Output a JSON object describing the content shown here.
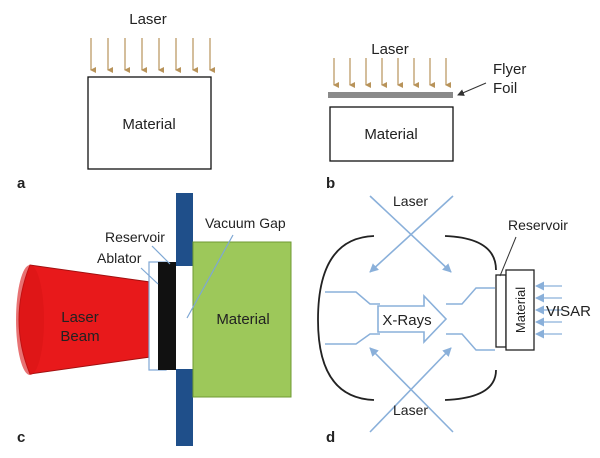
{
  "panels": {
    "a": {
      "letter": "a",
      "laser_label": "Laser",
      "material_label": "Material",
      "colors": {
        "arrow": "#b8935a",
        "outline": "#111111"
      }
    },
    "b": {
      "letter": "b",
      "laser_label": "Laser",
      "flyer_label_line1": "Flyer",
      "flyer_label_line2": "Foil",
      "material_label": "Material",
      "colors": {
        "arrow": "#b8935a",
        "foil": "#8a8a8a",
        "outline": "#111111"
      }
    },
    "c": {
      "letter": "c",
      "laser_beam_line1": "Laser",
      "laser_beam_line2": "Beam",
      "ablator_label": "Ablator",
      "reservoir_label": "Reservoir",
      "vacuum_gap_label": "Vacuum Gap",
      "material_label": "Material",
      "colors": {
        "laser": "#e8191b",
        "ablator": "#111111",
        "holder": "#1f4f8a",
        "material": "#9dc85a",
        "label_line": "#7ea7d4"
      }
    },
    "d": {
      "letter": "d",
      "laser_top_label": "Laser",
      "laser_bottom_label": "Laser",
      "xrays_label": "X-Rays",
      "reservoir_label": "Reservoir",
      "material_label": "Material",
      "visar_label": "VISAR",
      "colors": {
        "beam": "#8ab0da",
        "outline": "#222222"
      }
    }
  }
}
